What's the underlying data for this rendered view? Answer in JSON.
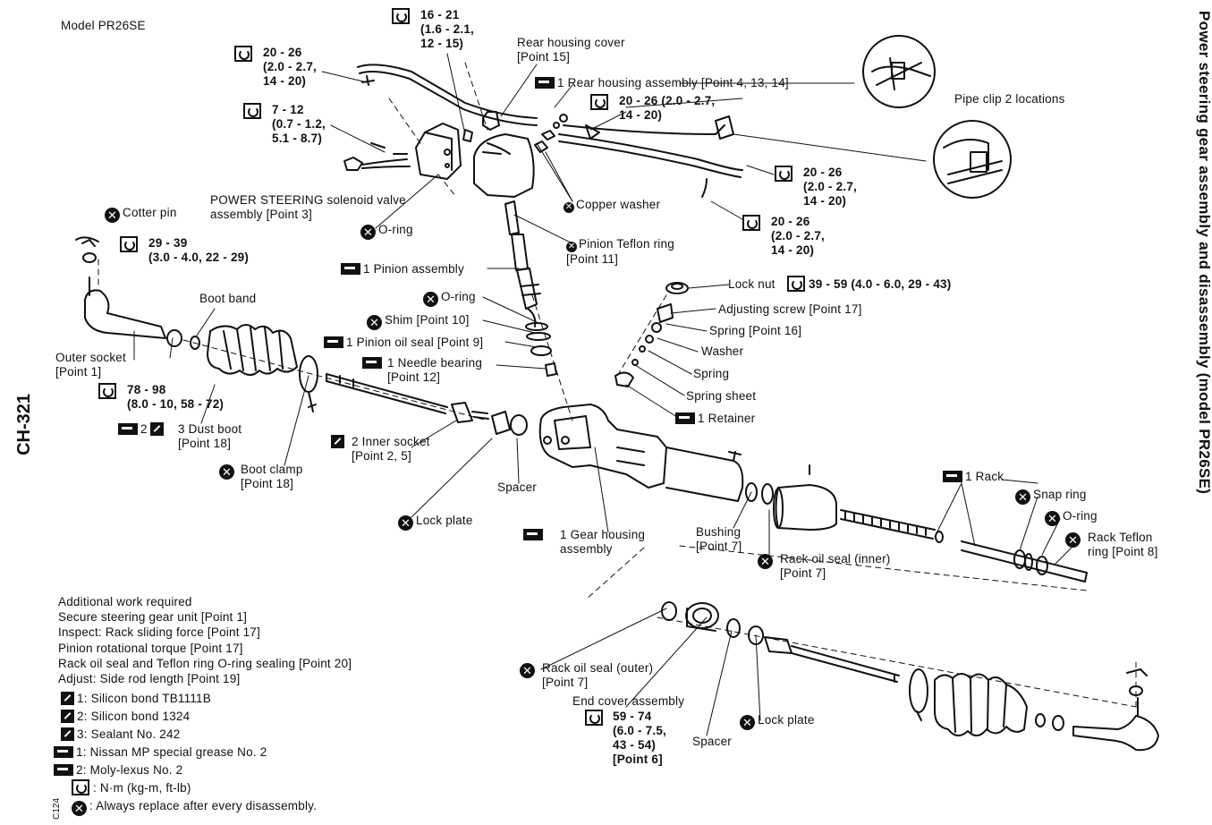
{
  "model": "Model PR26SE",
  "title": "Power steering gear assembly and disassembly (model PR26SE)",
  "page_number": "CH-321",
  "figure_code": "C124",
  "labels": {
    "torque_16_21": "16 - 21\n(1.6 - 2.1,\n12 - 15)",
    "rear_housing_cover": "Rear housing cover\n[Point 15]",
    "torque_20_26_a": "20 - 26\n(2.0 - 2.7,\n14 - 20)",
    "rear_housing_assembly": "1 Rear housing assembly [Point 4, 13, 14]",
    "torque_20_26_b": "20 - 26 (2.0 - 2.7,\n14 - 20)",
    "pipe_clip": "Pipe clip 2 locations",
    "torque_7_12": "7 - 12\n(0.7 - 1.2,\n5.1 - 8.7)",
    "torque_20_26_c": "20 - 26\n(2.0 - 2.7,\n14 - 20)",
    "copper_washer": "Copper washer",
    "torque_20_26_d": "20 - 26\n(2.0 - 2.7,\n14 - 20)",
    "solenoid_valve": "POWER STEERING solenoid valve\nassembly [Point 3]",
    "o_ring_top": "O-ring",
    "cotter_pin": "Cotter pin",
    "torque_29_39": "29 - 39\n(3.0 - 4.0, 22 - 29)",
    "pinion_teflon_ring": "Pinion Teflon ring\n[Point 11]",
    "pinion_assembly": "1 Pinion assembly",
    "lock_nut": "Lock nut",
    "torque_39_59": "39 - 59 (4.0 - 6.0, 29 - 43)",
    "o_ring_mid": "O-ring",
    "boot_band": "Boot band",
    "adjusting_screw": "Adjusting screw [Point 17]",
    "shim": "Shim [Point 10]",
    "spring_point16": "Spring [Point 16]",
    "pinion_oil_seal": "1 Pinion oil seal [Point 9]",
    "washer": "Washer",
    "outer_socket": "Outer socket\n[Point 1]",
    "needle_bearing": "1 Needle bearing\n[Point 12]",
    "spring": "Spring",
    "torque_78_98": "78 - 98\n(8.0 - 10, 58 - 72)",
    "spring_sheet": "Spring sheet",
    "dust_boot": "3 Dust boot\n[Point 18]",
    "retainer": "1 Retainer",
    "inner_socket": "2 Inner socket\n[Point 2, 5]",
    "boot_clamp": "Boot clamp\n[Point 18]",
    "spacer_left": "Spacer",
    "rack": "1 Rack",
    "snap_ring": "Snap ring",
    "o_ring_right": "O-ring",
    "lock_plate_left": "Lock plate",
    "gear_housing": "1 Gear housing\nassembly",
    "bushing": "Bushing\n[Point 7]",
    "rack_teflon_ring": "Rack Teflon\nring [Point 8]",
    "rack_oil_seal_inner": "Rack oil seal (inner)\n[Point 7]",
    "rack_oil_seal_outer": "Rack oil seal (outer)\n[Point 7]",
    "end_cover": "End cover assembly",
    "torque_59_74": "59 - 74\n(6.0 - 7.5,\n43 - 54)\n[Point 6]",
    "lock_plate_right": "Lock plate",
    "spacer_right": "Spacer"
  },
  "notes": [
    "Additional work required",
    "Secure steering gear unit [Point 1]",
    "Inspect: Rack sliding force [Point 17]",
    "Pinion rotational torque [Point 17]",
    "Rack oil seal and Teflon ring O-ring sealing [Point 20]",
    "Adjust: Side rod length [Point 19]"
  ],
  "legend": [
    {
      "icon": "sealant-icon",
      "text": "1: Silicon bond TB1111B"
    },
    {
      "icon": "sealant-icon",
      "text": "2: Silicon bond 1324"
    },
    {
      "icon": "sealant-icon",
      "text": "3: Sealant No. 242"
    },
    {
      "icon": "grease-icon",
      "text": "1: Nissan MP special grease No. 2"
    },
    {
      "icon": "grease-icon",
      "text": "2: Moly-lexus No. 2"
    },
    {
      "icon": "torque-wrench-icon",
      "text": ": N·m (kg-m, ft-lb)"
    },
    {
      "icon": "replace-icon",
      "text": ": Always replace after every disassembly."
    }
  ],
  "colors": {
    "ink": "#111111",
    "paper": "#ffffff"
  }
}
